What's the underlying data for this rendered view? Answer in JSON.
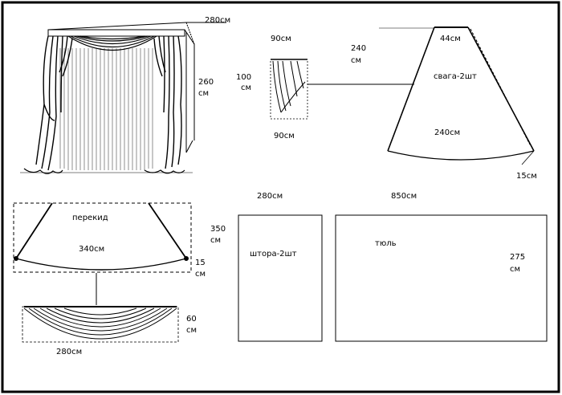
{
  "labels": {
    "curtain_width": "280см",
    "curtain_height_num": "260",
    "curtain_height_unit": "см",
    "jabot_top": "90см",
    "jabot_height_num": "100",
    "jabot_height_unit": "см",
    "jabot_bottom": "90см",
    "swag_left_num": "240",
    "swag_left_unit": "см",
    "swag_top": "44см",
    "swag_name": "свага-2шт",
    "swag_bottom": "240см",
    "swag_drop": "15см",
    "perekid_name": "перекид",
    "perekid_arc": "340см",
    "perekid_drop_num": "15",
    "perekid_drop_unit": "см",
    "pelmet_height_num": "60",
    "pelmet_height_unit": "см",
    "pelmet_width": "280см",
    "shtora_width": "280см",
    "shtora_height_num": "350",
    "shtora_height_unit": "см",
    "shtora_name": "штора-2шт",
    "tulle_width": "850см",
    "tulle_name": "тюль",
    "tulle_height_num": "275",
    "tulle_height_unit": "см"
  }
}
